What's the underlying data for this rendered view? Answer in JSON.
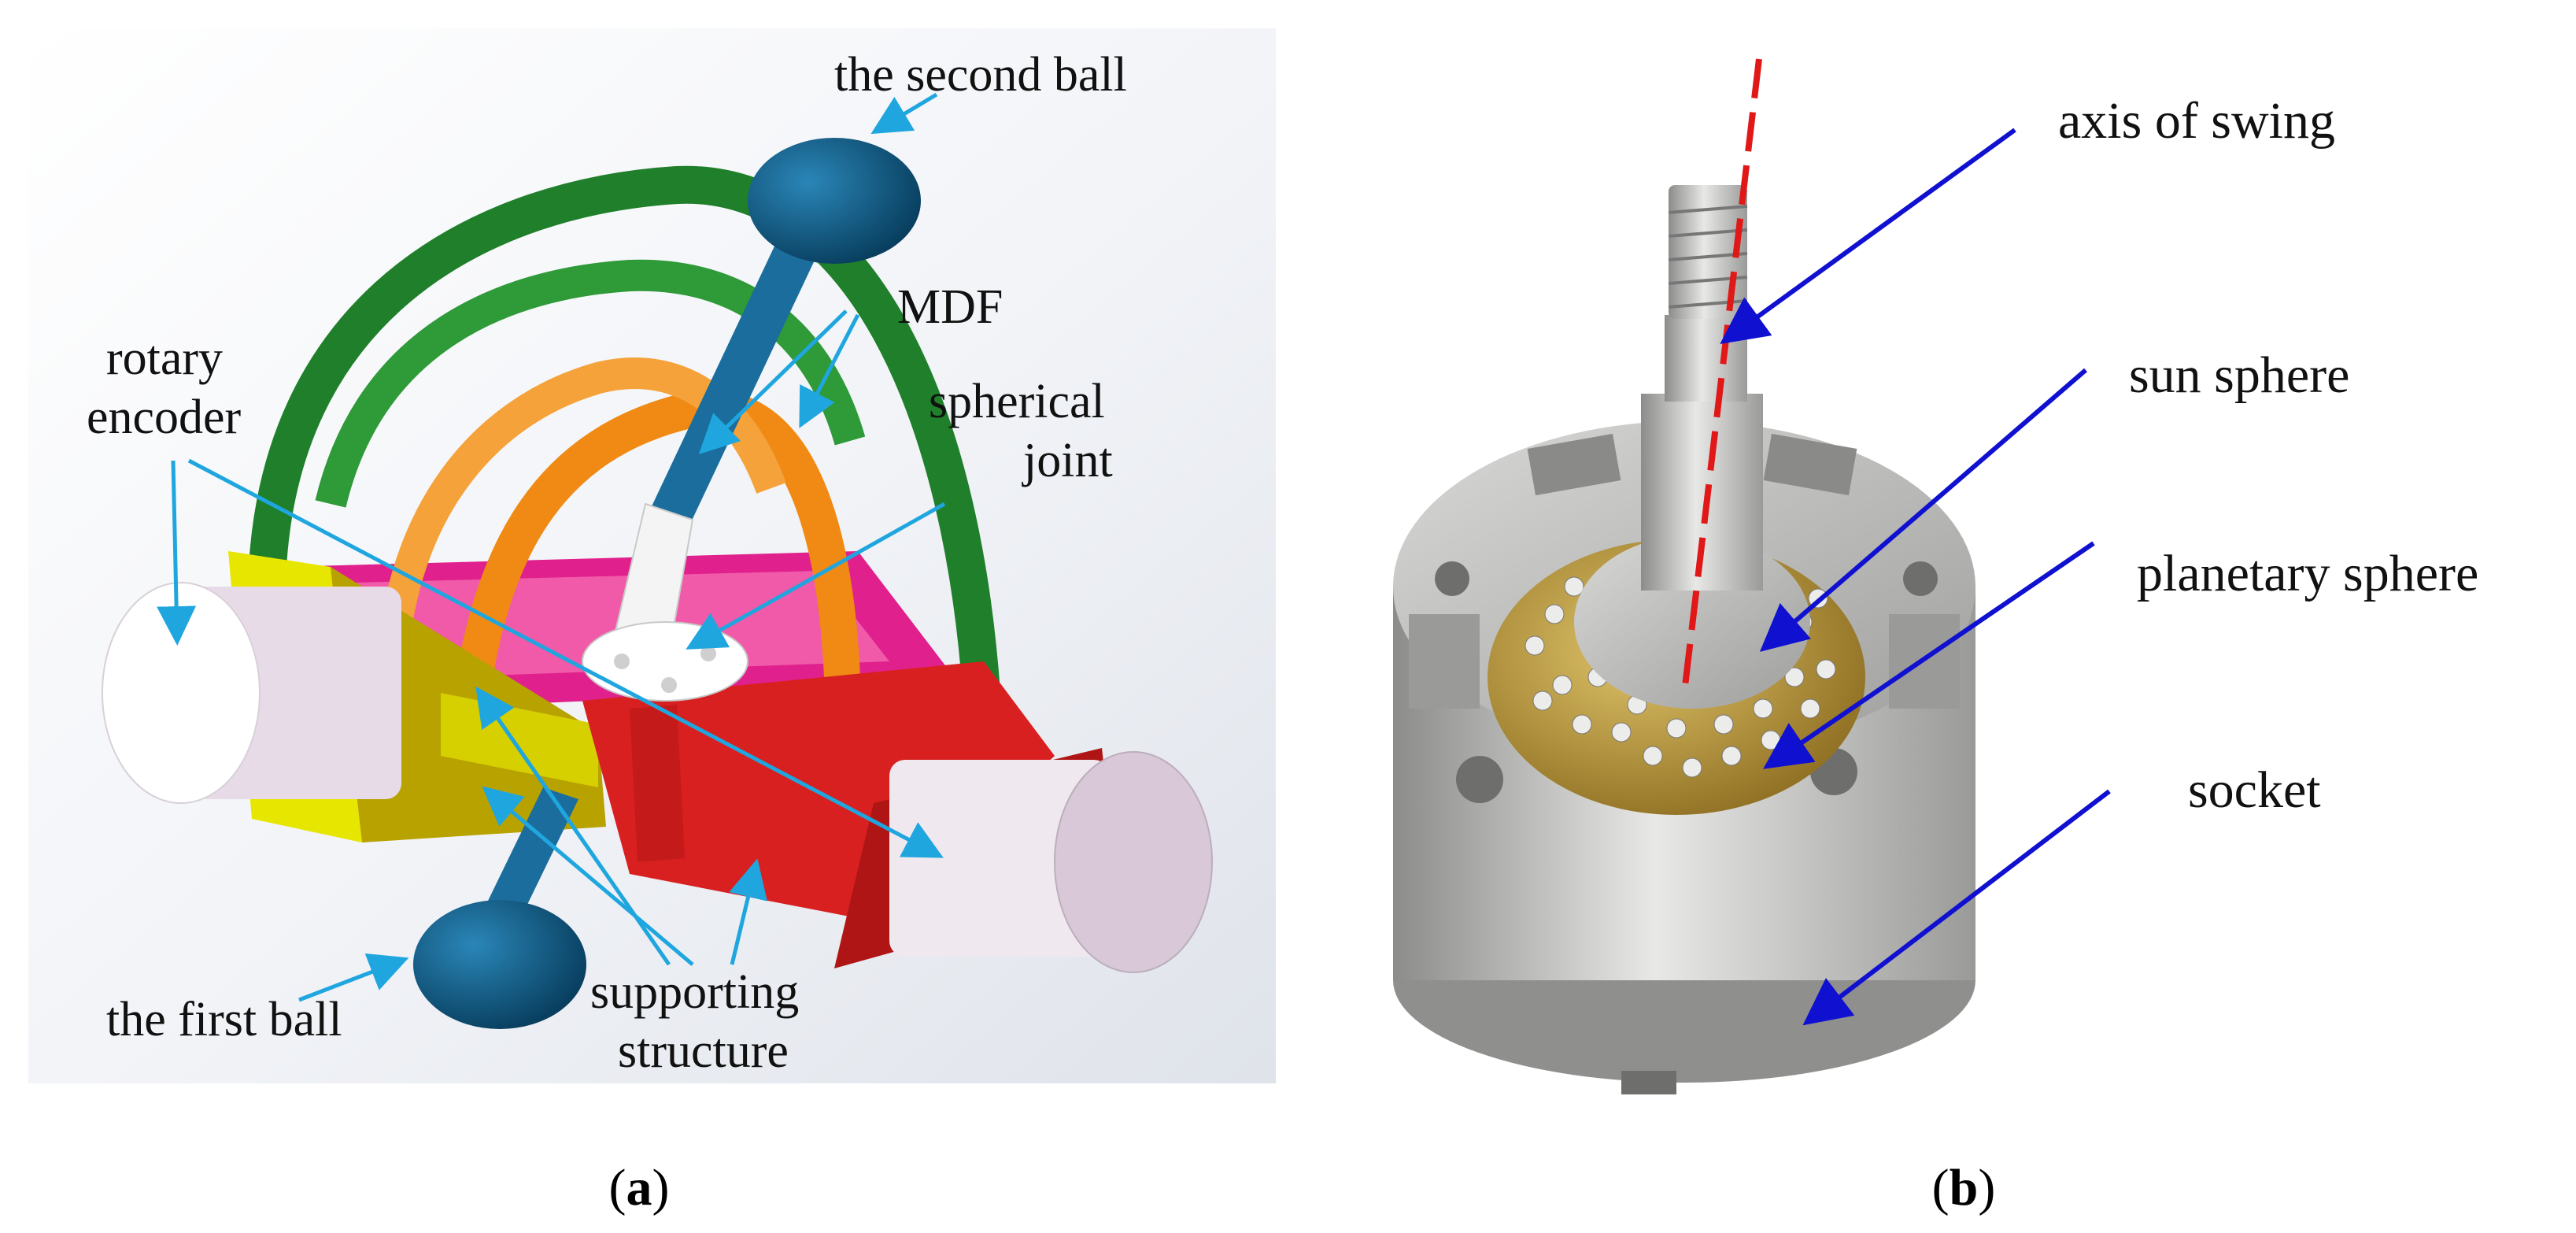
{
  "panel_a": {
    "labels": {
      "second_ball": "the second ball",
      "mdf": "MDF",
      "rotary_encoder_line1": "rotary",
      "rotary_encoder_line2": "encoder",
      "spherical_joint_line1": "spherical",
      "spherical_joint_line2": "joint",
      "first_ball": "the first ball",
      "supporting_line1": "supporting",
      "supporting_line2": "structure"
    },
    "caption_letter": "a"
  },
  "panel_b": {
    "labels": {
      "axis_of_swing": "axis of swing",
      "sun_sphere": "sun sphere",
      "planetary_sphere": "planetary sphere",
      "socket": "socket"
    },
    "caption_letter": "b"
  },
  "colors": {
    "leader_a": "#1fa6df",
    "leader_b": "#1010d0",
    "axis_line": "#e01818",
    "ball_blue": "#0d5d8a",
    "green_arc": "#1f7f2a",
    "orange_arc": "#f08a14",
    "magenta": "#e0208c",
    "yellow": "#e6e600",
    "red": "#d82020",
    "brass": "#b39030",
    "steel": "#b4b4b2"
  }
}
